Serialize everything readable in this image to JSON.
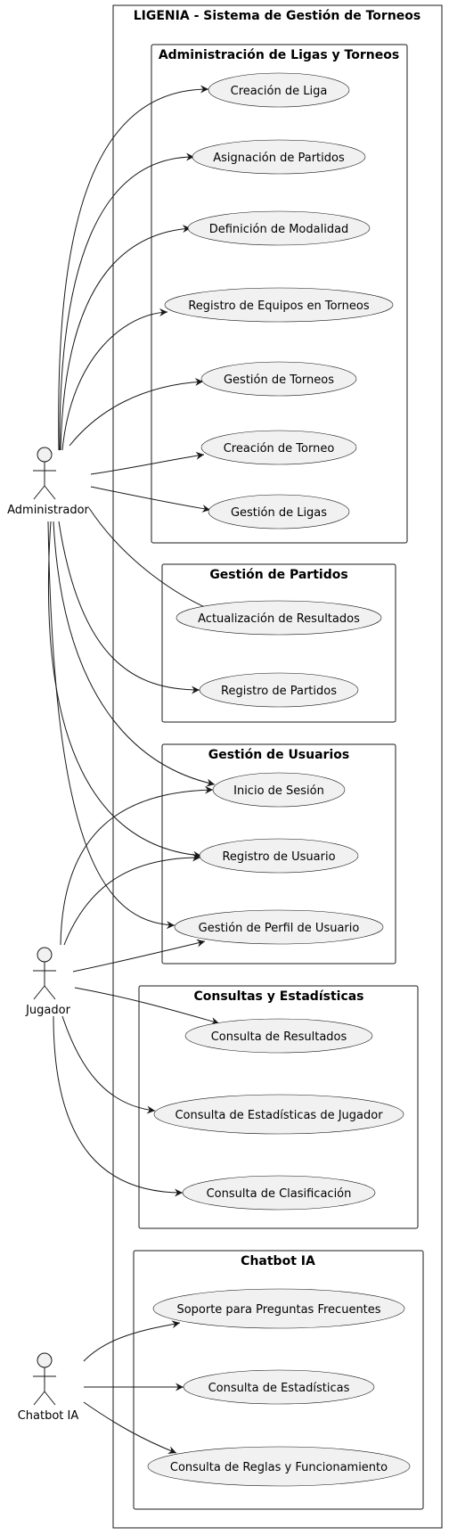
{
  "system": {
    "title": "LIGENIA - Sistema de Gestión de Torneos"
  },
  "actors": [
    {
      "id": "admin",
      "name": "Administrador"
    },
    {
      "id": "jugador",
      "name": "Jugador"
    },
    {
      "id": "chatbot",
      "name": "Chatbot IA"
    }
  ],
  "packages": [
    {
      "id": "admin_ligas",
      "title": "Administración de Ligas y Torneos",
      "use_cases": [
        {
          "id": "uc1",
          "label": "Creación de Liga"
        },
        {
          "id": "uc2",
          "label": "Asignación de Partidos"
        },
        {
          "id": "uc3",
          "label": "Definición de Modalidad"
        },
        {
          "id": "uc4",
          "label": "Registro de Equipos en Torneos"
        },
        {
          "id": "uc5",
          "label": "Gestión de Torneos"
        },
        {
          "id": "uc6",
          "label": "Creación de Torneo"
        },
        {
          "id": "uc7",
          "label": "Gestión de Ligas"
        }
      ]
    },
    {
      "id": "partidos",
      "title": "Gestión de Partidos",
      "use_cases": [
        {
          "id": "uc8",
          "label": "Actualización de Resultados"
        },
        {
          "id": "uc9",
          "label": "Registro de Partidos"
        }
      ]
    },
    {
      "id": "usuarios",
      "title": "Gestión de Usuarios",
      "use_cases": [
        {
          "id": "uc10",
          "label": "Inicio de Sesión"
        },
        {
          "id": "uc11",
          "label": "Registro de Usuario"
        },
        {
          "id": "uc12",
          "label": "Gestión de Perfil de Usuario"
        }
      ]
    },
    {
      "id": "consultas",
      "title": "Consultas y Estadísticas",
      "use_cases": [
        {
          "id": "uc13",
          "label": "Consulta de Resultados"
        },
        {
          "id": "uc14",
          "label": "Consulta de Estadísticas de Jugador"
        },
        {
          "id": "uc15",
          "label": "Consulta de Clasificación"
        }
      ]
    },
    {
      "id": "chatbot_pkg",
      "title": "Chatbot IA",
      "use_cases": [
        {
          "id": "uc16",
          "label": "Soporte para Preguntas Frecuentes"
        },
        {
          "id": "uc17",
          "label": "Consulta de Estadísticas"
        },
        {
          "id": "uc18",
          "label": "Consulta de Reglas y Funcionamiento"
        }
      ]
    }
  ],
  "associations": [
    {
      "from": "admin",
      "to": "uc1"
    },
    {
      "from": "admin",
      "to": "uc2"
    },
    {
      "from": "admin",
      "to": "uc3"
    },
    {
      "from": "admin",
      "to": "uc4"
    },
    {
      "from": "admin",
      "to": "uc5"
    },
    {
      "from": "admin",
      "to": "uc6"
    },
    {
      "from": "admin",
      "to": "uc7"
    },
    {
      "from": "admin",
      "to": "uc8"
    },
    {
      "from": "admin",
      "to": "uc9"
    },
    {
      "from": "admin",
      "to": "uc10"
    },
    {
      "from": "admin",
      "to": "uc11"
    },
    {
      "from": "admin",
      "to": "uc12"
    },
    {
      "from": "jugador",
      "to": "uc10"
    },
    {
      "from": "jugador",
      "to": "uc11"
    },
    {
      "from": "jugador",
      "to": "uc12"
    },
    {
      "from": "jugador",
      "to": "uc13"
    },
    {
      "from": "jugador",
      "to": "uc14"
    },
    {
      "from": "jugador",
      "to": "uc15"
    },
    {
      "from": "chatbot",
      "to": "uc16"
    },
    {
      "from": "chatbot",
      "to": "uc17"
    },
    {
      "from": "chatbot",
      "to": "uc18"
    }
  ],
  "colors": {
    "use_case_fill": "#f1f1f1",
    "stroke": "#181818",
    "background": "#ffffff"
  }
}
